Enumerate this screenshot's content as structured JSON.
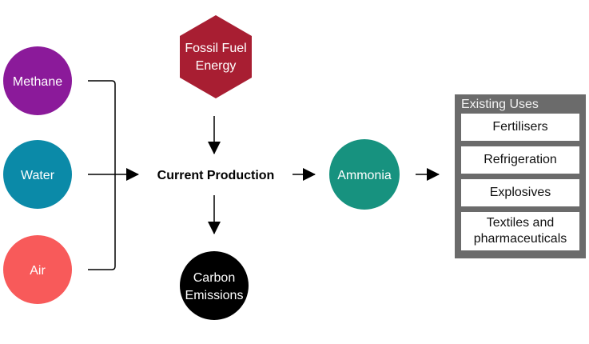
{
  "inputs": [
    {
      "label": "Methane",
      "color": "#8b1a9a"
    },
    {
      "label": "Water",
      "color": "#0b8aa8"
    },
    {
      "label": "Air",
      "color": "#f85a5a"
    }
  ],
  "energy": {
    "line1": "Fossil Fuel",
    "line2": "Energy",
    "color": "#a81e32"
  },
  "process": {
    "label": "Current Production"
  },
  "output": {
    "label": "Ammonia",
    "color": "#17927f"
  },
  "byproduct": {
    "line1": "Carbon",
    "line2": "Emissions",
    "color": "#000000"
  },
  "existing_uses": {
    "title": "Existing Uses",
    "panel_color": "#6b6b6b",
    "items": [
      "Fertilisers",
      "Refrigeration",
      "Explosives",
      "Textiles and pharmaceuticals"
    ],
    "item4_line1": "Textiles and",
    "item4_line2": "pharmaceuticals"
  }
}
